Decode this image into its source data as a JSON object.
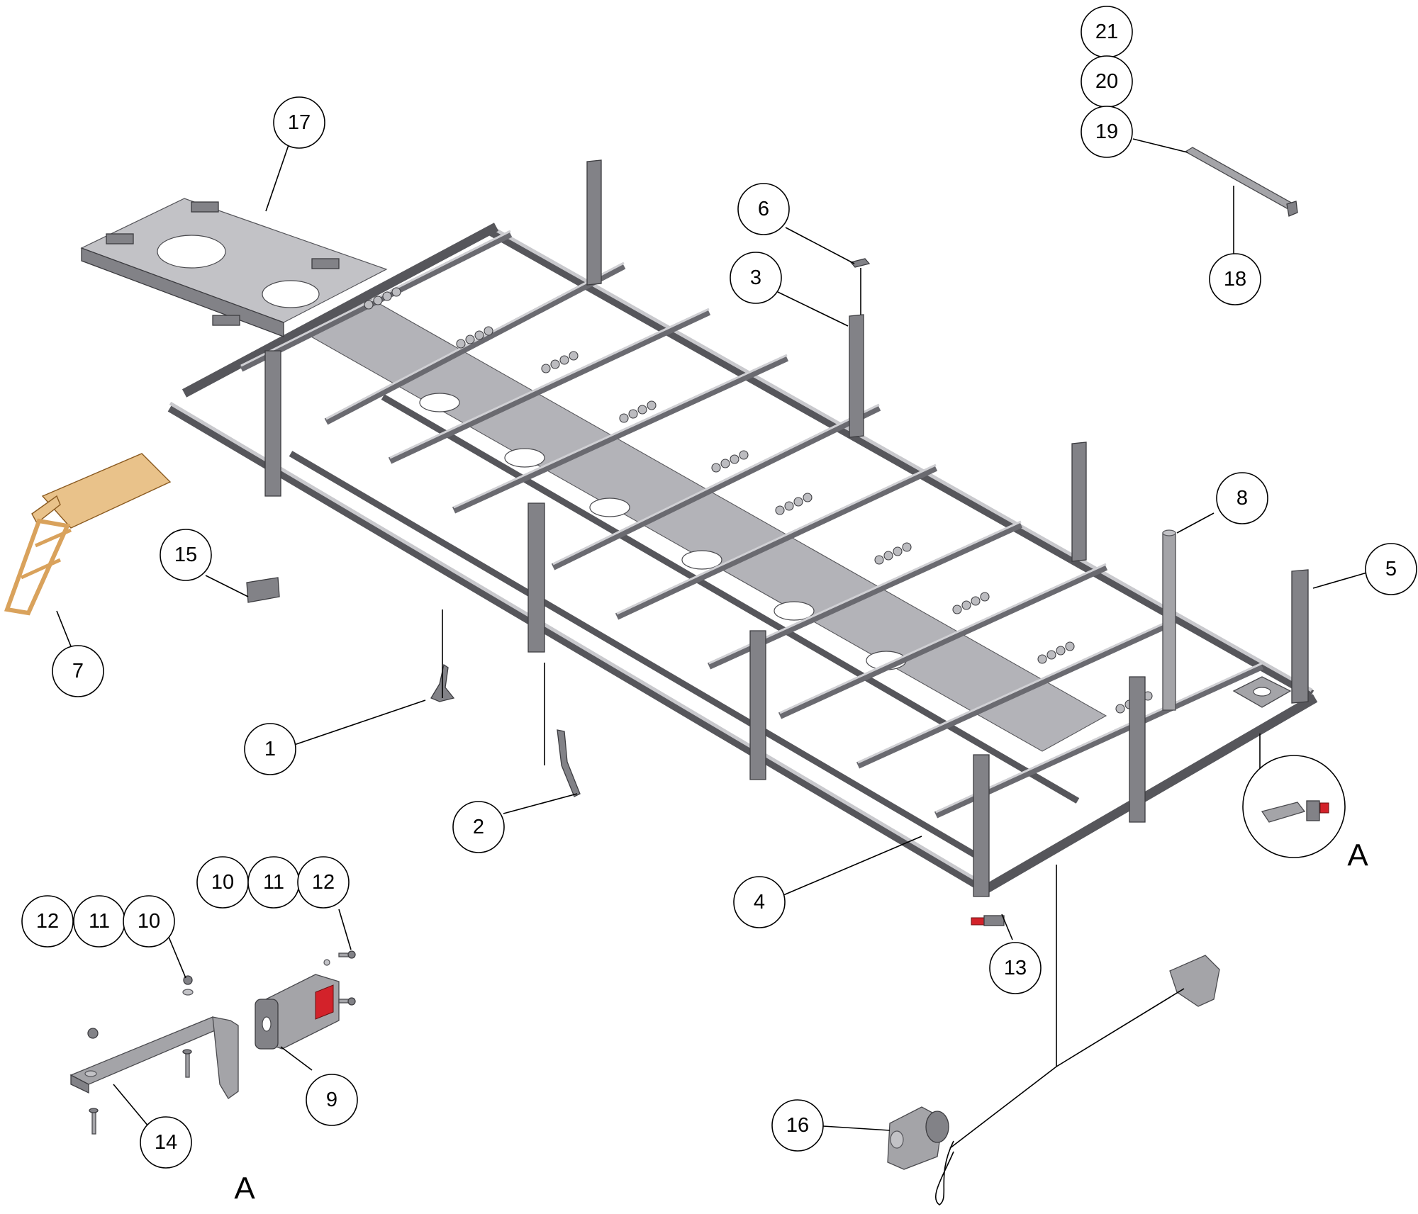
{
  "balloons": [
    "1",
    "2",
    "3",
    "4",
    "5",
    "6",
    "7",
    "8",
    "9",
    "10",
    "11",
    "12",
    "13",
    "14",
    "15",
    "16",
    "17",
    "18",
    "19",
    "20",
    "21"
  ],
  "detail_a": {
    "label": "A",
    "group_left": [
      "12",
      "11",
      "10"
    ],
    "group_right": [
      "10",
      "11",
      "12"
    ]
  },
  "colors": {
    "steel": "#a4a4a8",
    "wood": "#e9c28a",
    "reflector": "#d3222a"
  }
}
